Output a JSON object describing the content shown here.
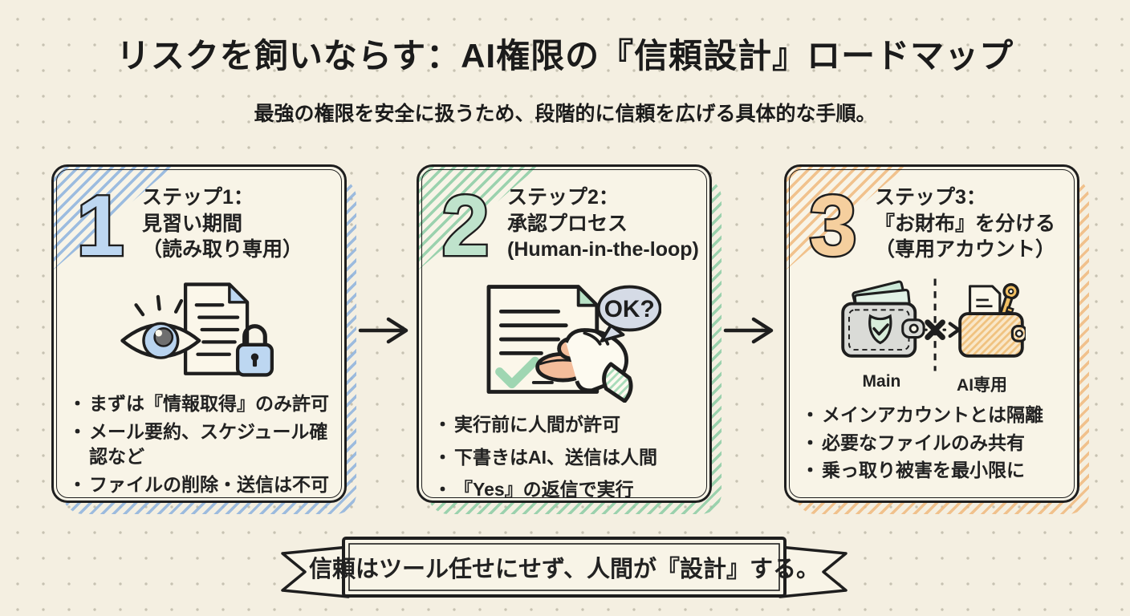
{
  "header": {
    "title": "リスクを飼いならす：AI権限の『信頼設計』ロードマップ",
    "subtitle": "最強の権限を安全に扱うため、段階的に信頼を広げる具体的な手順。"
  },
  "ui": {
    "bullet_marker": "・"
  },
  "colors": {
    "background": "#f4efe1",
    "card": "#f8f4e7",
    "ink": "#222222",
    "step1_accent": "#bdd7f1",
    "step2_accent": "#bfe3cc",
    "step3_accent": "#f5cf9e",
    "speech_bubble": "#d5dbe6",
    "stamp": "#f4bd9b",
    "lock": "#bdd7f1",
    "money": "#cde9d8",
    "wallet_main": "#dadbd7",
    "wallet_ai_hatch": "#f0c27f",
    "key": "#f2c063"
  },
  "steps": [
    {
      "number": "1",
      "accent": "#bdd7f1",
      "title_lines": [
        "ステップ1：",
        "見習い期間",
        "（読み取り専用）"
      ],
      "icon": "eye-document-lock",
      "bullets": [
        "まずは『情報取得』のみ許可",
        "メール要約、スケジュール確認など",
        "ファイルの削除・送信は不可"
      ]
    },
    {
      "number": "2",
      "accent": "#bfe3cc",
      "title_lines": [
        "ステップ2：",
        "承認プロセス",
        "(Human-in-the-loop)"
      ],
      "icon": "approval-stamp",
      "speech": "OK?",
      "bullets": [
        "実行前に人間が許可",
        "下書きはAI、送信は人間",
        "『Yes』の返信で実行"
      ]
    },
    {
      "number": "3",
      "accent": "#f5cf9e",
      "title_lines": [
        "ステップ3：",
        "『お財布』を分ける",
        "（専用アカウント）"
      ],
      "icon": "wallet-separation",
      "wallet_labels": {
        "left": "Main",
        "right": "AI専用"
      },
      "bullets": [
        "メインアカウントとは隔離",
        "必要なファイルのみ共有",
        "乗っ取り被害を最小限に"
      ]
    }
  ],
  "banner": {
    "text": "信頼はツール任せにせず、人間が『設計』する。"
  }
}
